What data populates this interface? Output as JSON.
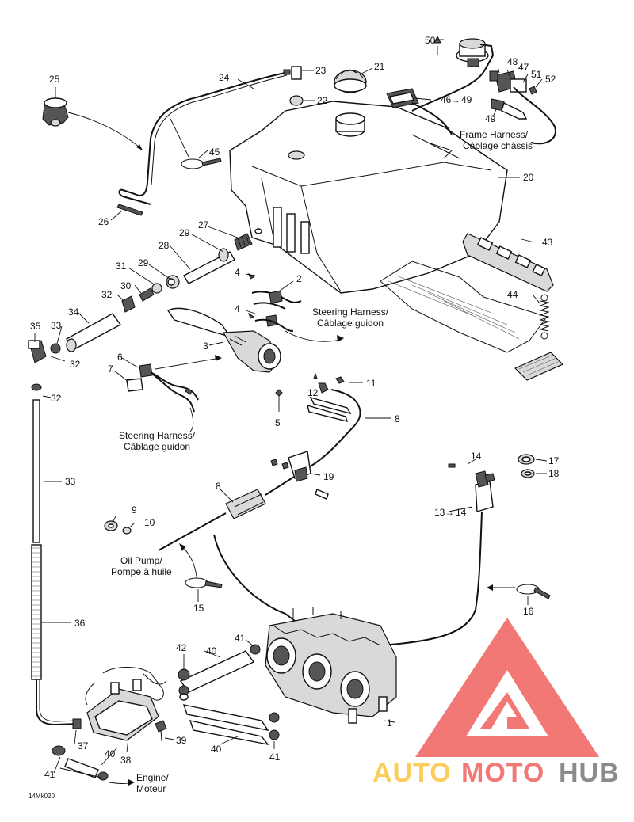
{
  "callouts": {
    "n1": "1",
    "n2": "2",
    "n3": "3",
    "n4a": "4",
    "n4b": "4",
    "n5": "5",
    "n6": "6",
    "n7": "7",
    "n8a": "8",
    "n8b": "8",
    "n9": "9",
    "n10": "10",
    "n11": "11",
    "n12": "12",
    "n13": "13",
    "n14": "14",
    "n15": "15",
    "n16": "16",
    "n17": "17",
    "n18": "18",
    "n19": "19",
    "n20": "20",
    "n21": "21",
    "n22": "22",
    "n23": "23",
    "n24": "24",
    "n25": "25",
    "n26": "26",
    "n27": "27",
    "n28": "28",
    "n29a": "29",
    "n29b": "29",
    "n30": "30",
    "n31": "31",
    "n32a": "32",
    "n32b": "32",
    "n32c": "32",
    "n33a": "33",
    "n33b": "33",
    "n34": "34",
    "n35": "35",
    "n36": "36",
    "n37": "37",
    "n38": "38",
    "n39": "39",
    "n40a": "40",
    "n40b": "40",
    "n40c": "40",
    "n41a": "41",
    "n41b": "41",
    "n41c": "41",
    "n42": "42",
    "n43": "43",
    "n44": "44",
    "n45": "45",
    "n46": "46",
    "n47": "47",
    "n48": "48",
    "n49a": "49",
    "n49b": "49",
    "n50": "50",
    "n51": "51",
    "n52": "52"
  },
  "notes": {
    "frame_harness_en": "Frame Harness/",
    "frame_harness_fr": "Câblage châssis",
    "steering_harness_en": "Steering Harness/",
    "steering_harness_fr": "Câblage guidon",
    "oil_pump_en": "Oil Pump/",
    "oil_pump_fr": "Pompe à huile",
    "engine_en": "Engine/",
    "engine_fr": "Moteur",
    "arrow": "→"
  },
  "drawing_code": "14Mk020",
  "watermark": {
    "text_auto": "AUTO",
    "text_moto": "MOTO",
    "text_hub": "HUB",
    "color_primary": "#ef5350",
    "color_yellow": "#fbc02d",
    "color_dark": "#6b6b6b"
  }
}
